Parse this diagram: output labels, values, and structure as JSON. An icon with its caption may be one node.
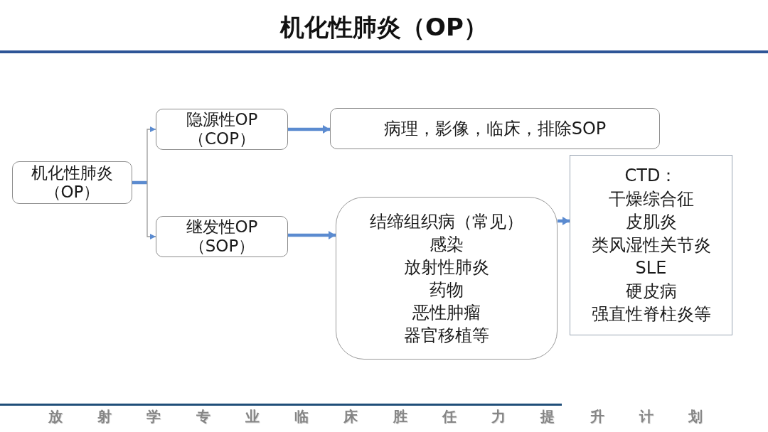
{
  "diagram": {
    "title": "机化性肺炎（OP）",
    "nodes": [
      {
        "text": [
          "机化性肺炎（OP）"
        ]
      },
      {
        "text": [
          "隐源性OP（COP）"
        ]
      },
      {
        "text": [
          "继发性OP（SOP）"
        ]
      },
      {
        "text": [
          "病理，影像，临床，排除SOP"
        ]
      },
      {
        "text": [
          "结缔组织病（常见）",
          "感染",
          "放射性肺炎",
          "药物",
          "恶性肿瘤",
          "器官移植等"
        ]
      },
      {
        "text": [
          "CTD：",
          "干燥综合征",
          "皮肌炎",
          "类风湿性关节炎",
          "SLE",
          "硬皮病",
          "强直性脊柱炎等"
        ]
      }
    ],
    "edges": [
      {
        "from": 0,
        "to": 1,
        "arrow": "to"
      },
      {
        "from": 0,
        "to": 2,
        "arrow": "to"
      },
      {
        "from": 1,
        "to": 3,
        "arrow": "to"
      },
      {
        "from": 2,
        "to": 4,
        "arrow": "to"
      },
      {
        "from": 4,
        "to": 5,
        "arrow": "to"
      }
    ],
    "labels": [
      "放射学专业临床胜任力提升计划"
    ]
  }
}
